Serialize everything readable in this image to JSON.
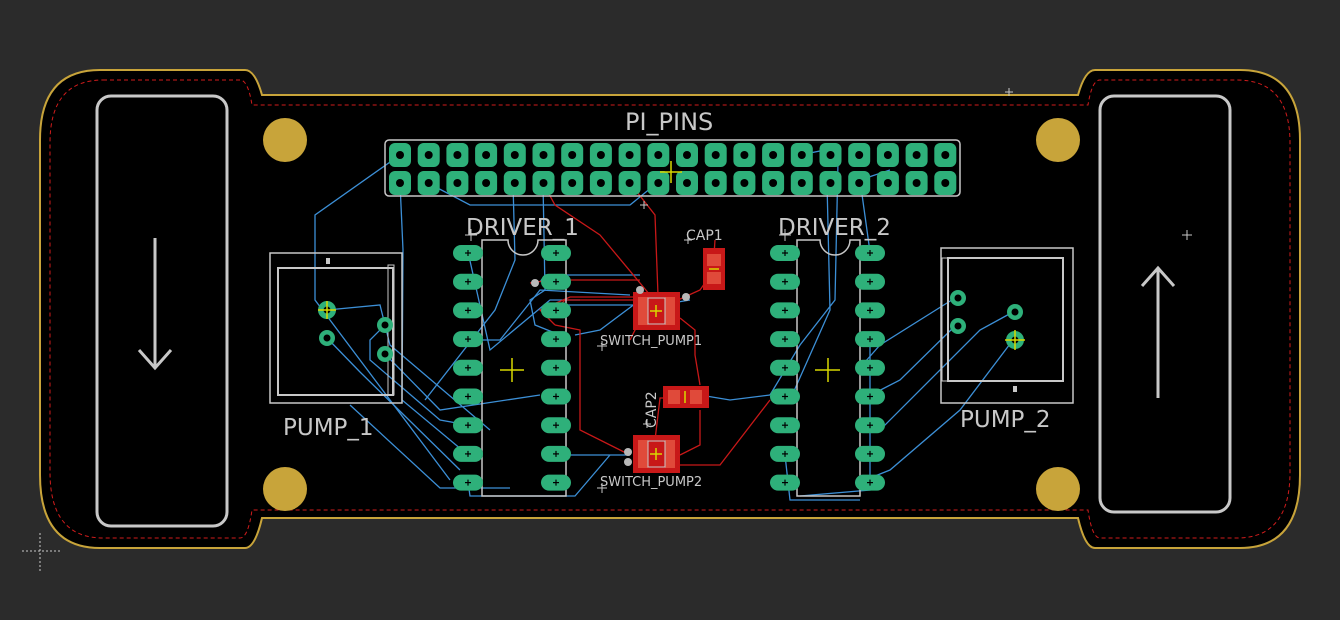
{
  "board": {
    "labels": {
      "pi_pins": "PI_PINS",
      "driver_1": "DRIVER_1",
      "driver_2": "DRIVER_2",
      "pump_1": "PUMP_1",
      "pump_2": "PUMP_2",
      "cap1": "CAP1",
      "cap2": "CAP2",
      "switch_pump1": "SWITCH_PUMP1",
      "switch_pump2": "SWITCH_PUMP2"
    },
    "arrows": {
      "left": "down",
      "right": "up"
    },
    "colors": {
      "background": "#2b2b2b",
      "board_fill": "#000000",
      "outline": "#c8a43a",
      "keepout": "#d01c1c",
      "top_copper": "#c81818",
      "bottom_copper": "#3c8fd6",
      "pad": "#2eb07a",
      "silkscreen": "#c8c8c8",
      "mount_hole": "#c8a43a",
      "origin": "#d8d800"
    },
    "header": {
      "rows": 2,
      "columns": 20
    },
    "drivers": {
      "pins_per_side": 9
    }
  }
}
